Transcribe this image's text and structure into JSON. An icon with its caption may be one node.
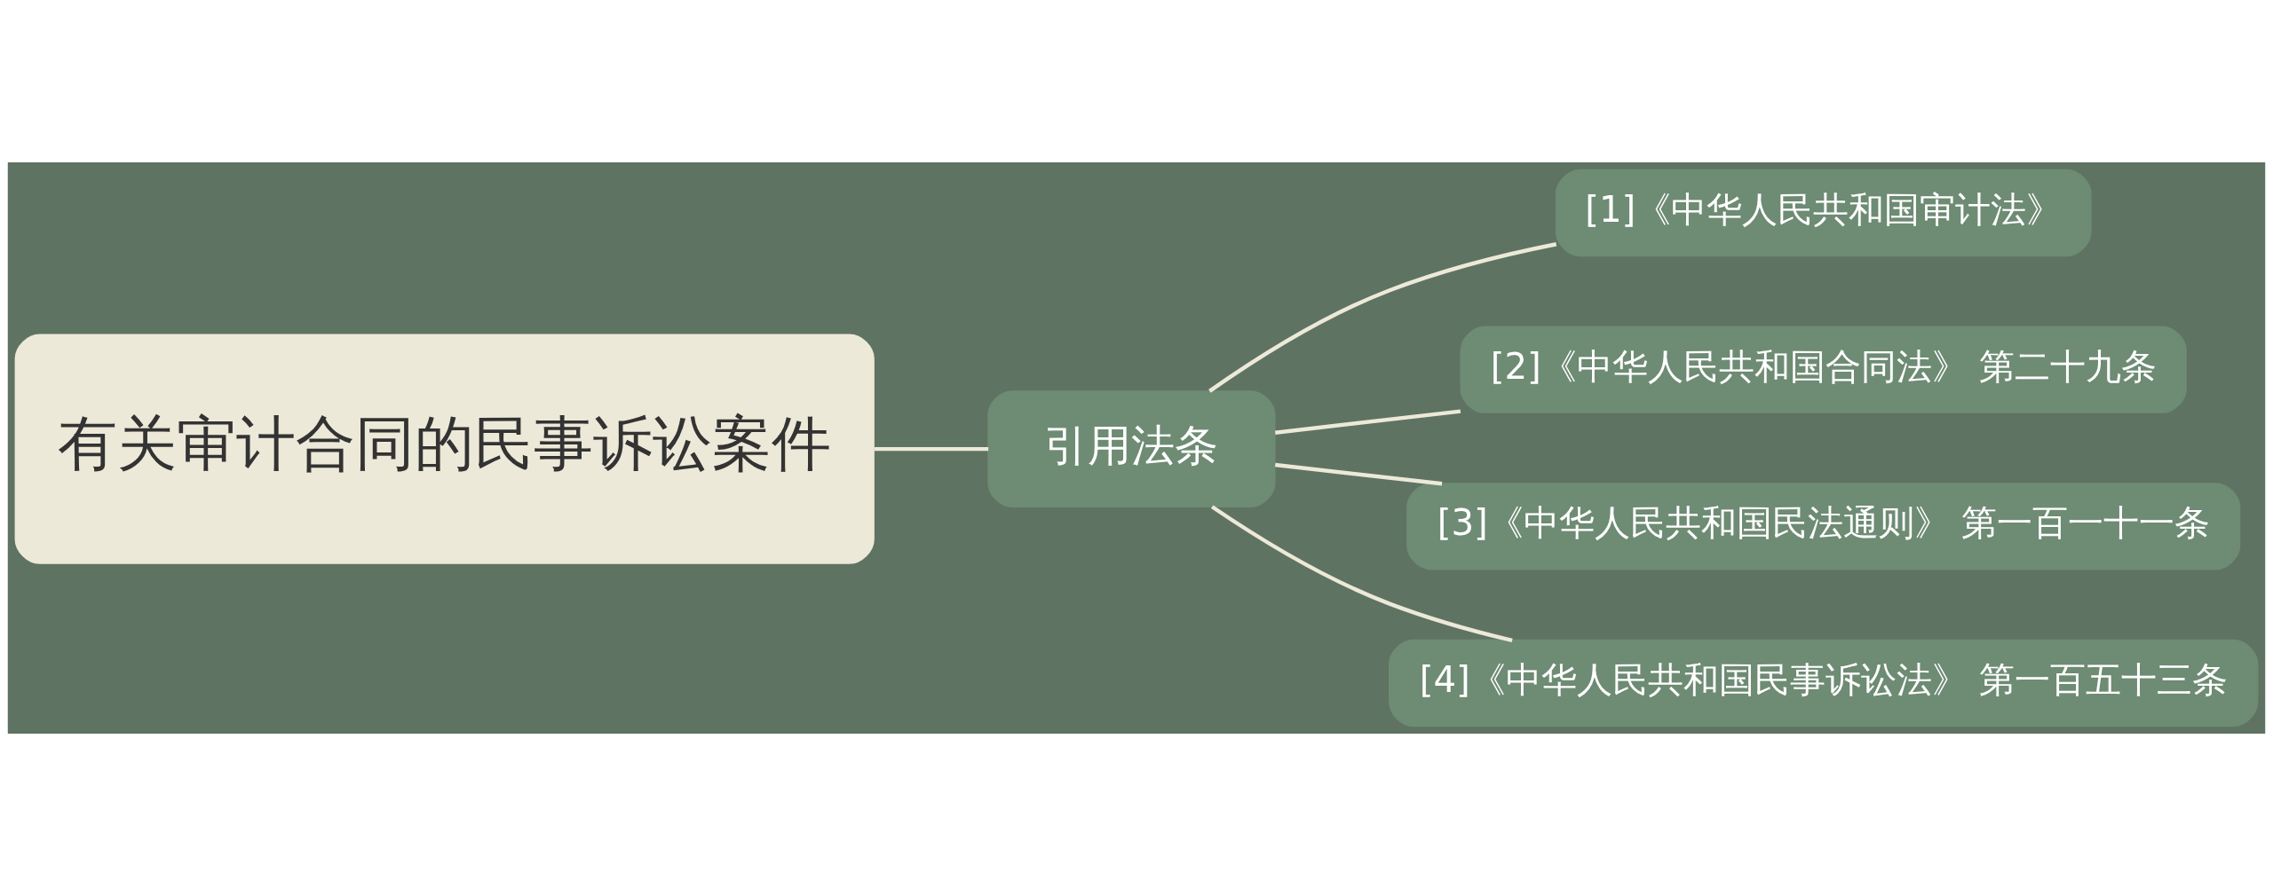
{
  "diagram": {
    "nodes": [
      {
        "text": [
          "有关审计合同的民事诉讼案件"
        ]
      },
      {
        "text": [
          "引用法条"
        ]
      },
      {
        "text": [
          "[1]《中华人民共和国审计法》"
        ]
      },
      {
        "text": [
          "[2]《中华人民共和国合同法》 第二十九条"
        ]
      },
      {
        "text": [
          "[3]《中华人民共和国民法通则》 第一百一十一条"
        ]
      },
      {
        "text": [
          "[4]《中华人民共和国民事诉讼法》 第一百五十三条"
        ]
      }
    ],
    "edges": [
      {
        "from": 0,
        "to": 1,
        "arrow": "none"
      },
      {
        "from": 1,
        "to": 2,
        "arrow": "none"
      },
      {
        "from": 1,
        "to": 3,
        "arrow": "none"
      },
      {
        "from": 1,
        "to": 4,
        "arrow": "none"
      },
      {
        "from": 1,
        "to": 5,
        "arrow": "none"
      }
    ]
  }
}
